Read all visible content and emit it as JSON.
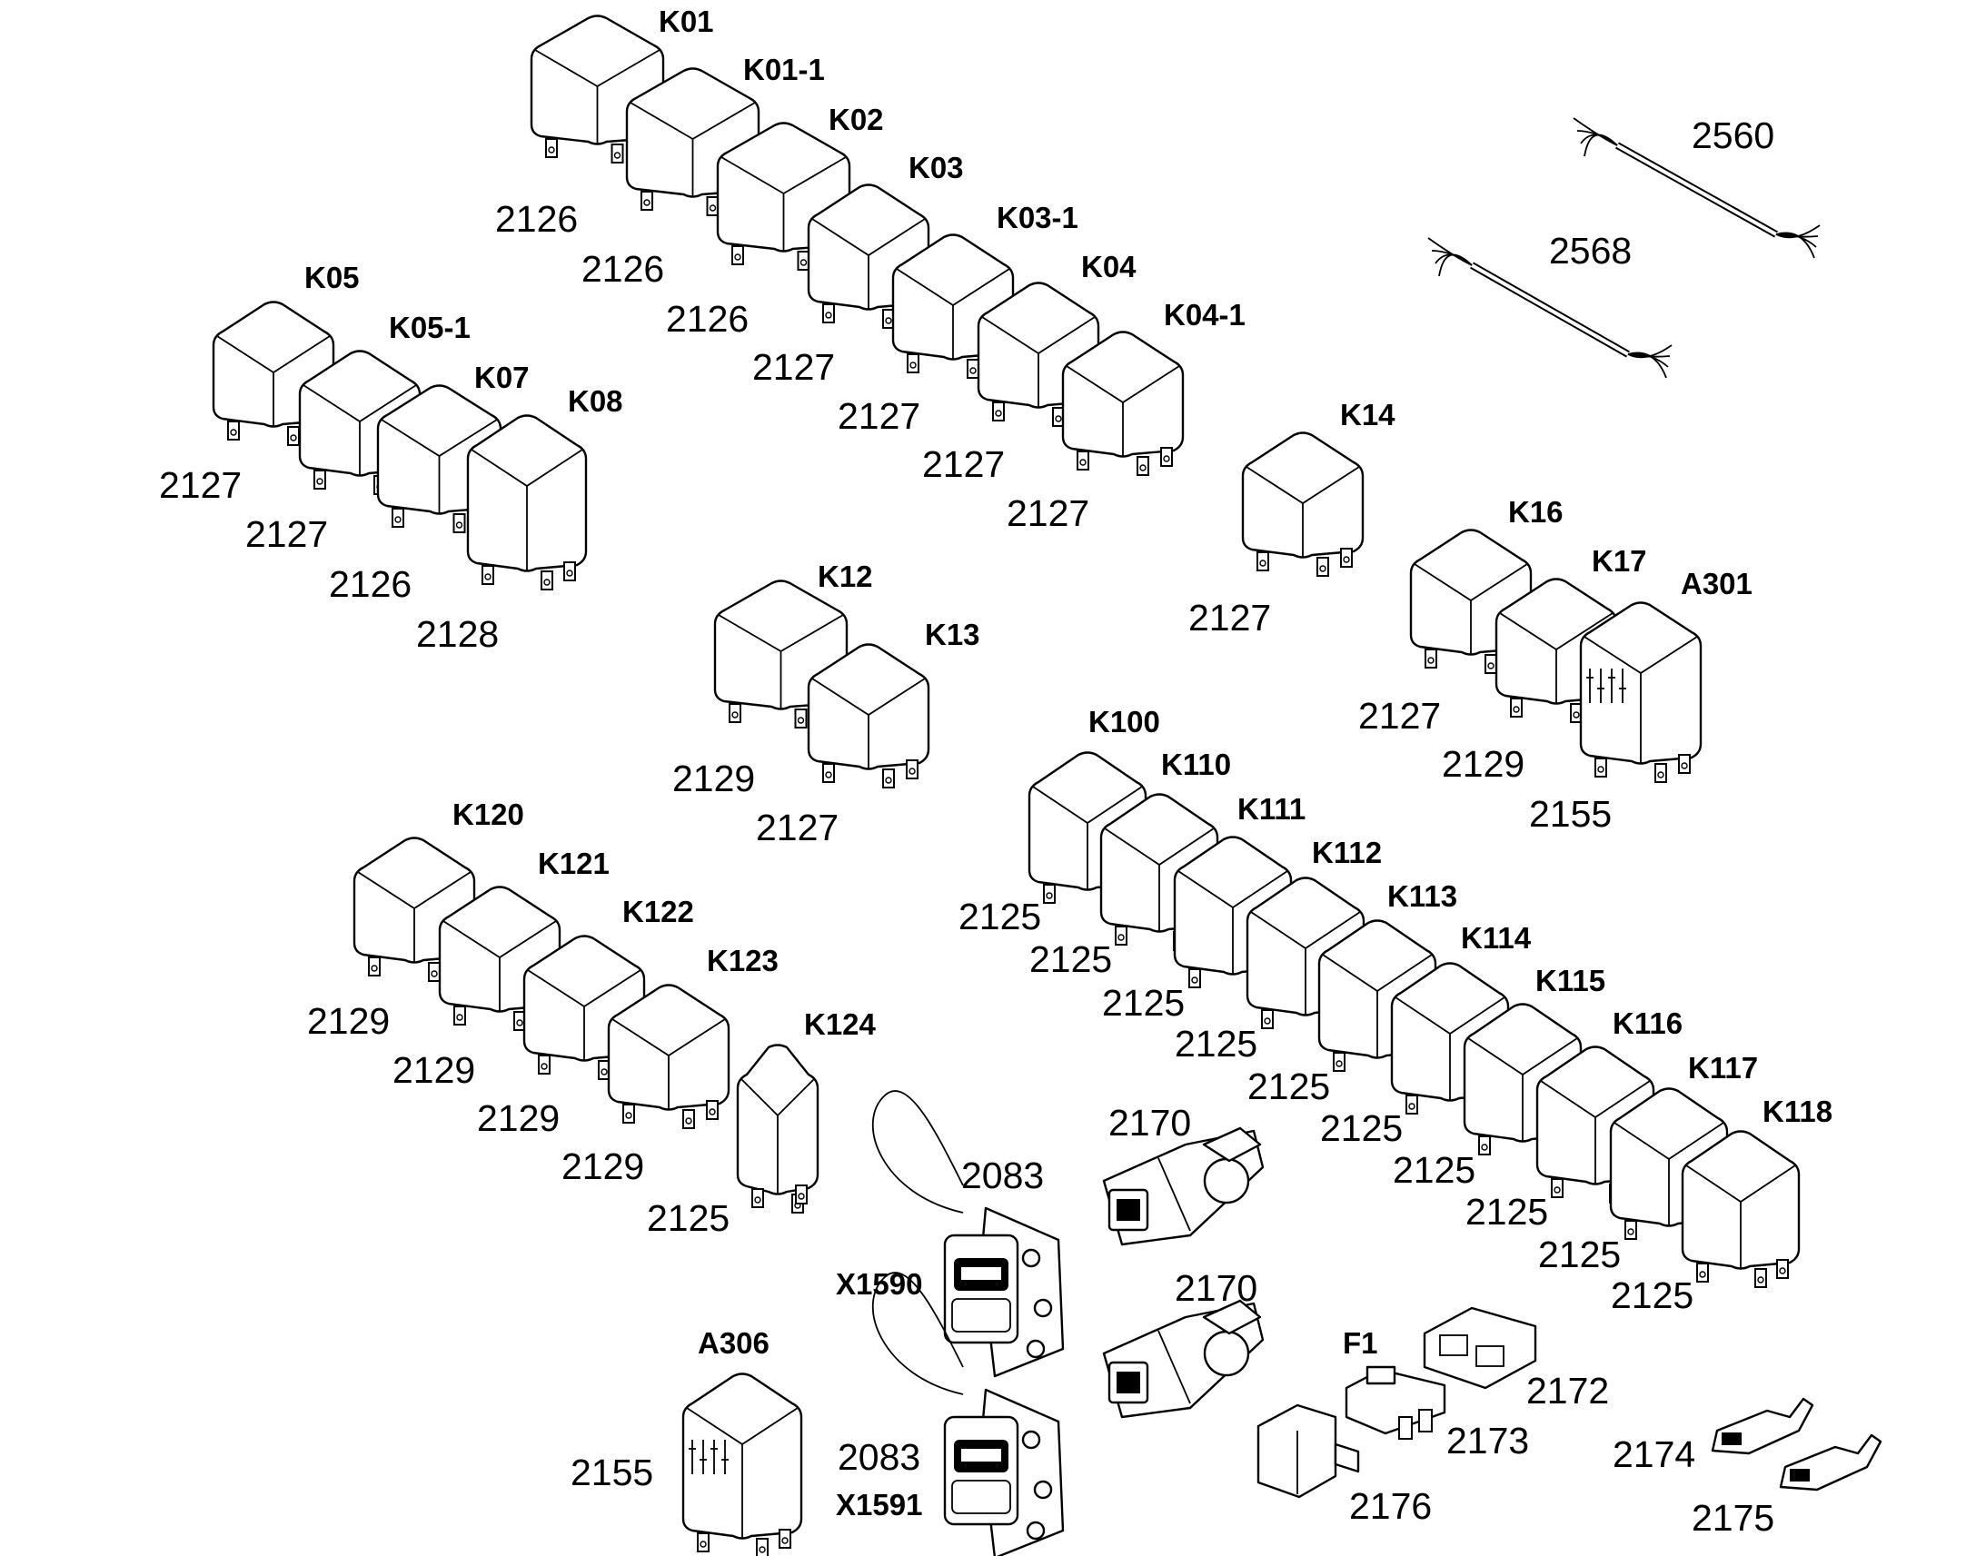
{
  "relays": [
    {
      "id": "K01",
      "part": "2126"
    },
    {
      "id": "K01-1",
      "part": "2126"
    },
    {
      "id": "K02",
      "part": "2126"
    },
    {
      "id": "K03",
      "part": "2127"
    },
    {
      "id": "K03-1",
      "part": "2127"
    },
    {
      "id": "K04",
      "part": "2127"
    },
    {
      "id": "K04-1",
      "part": "2127"
    },
    {
      "id": "K05",
      "part": "2127"
    },
    {
      "id": "K05-1",
      "part": "2127"
    },
    {
      "id": "K07",
      "part": "2126"
    },
    {
      "id": "K08",
      "part": "2128"
    },
    {
      "id": "K12",
      "part": "2129"
    },
    {
      "id": "K13",
      "part": "2127"
    },
    {
      "id": "K14",
      "part": "2127"
    },
    {
      "id": "K16",
      "part": "2127"
    },
    {
      "id": "K17",
      "part": "2129"
    },
    {
      "id": "A301",
      "part": "2155"
    },
    {
      "id": "K100",
      "part": "2125"
    },
    {
      "id": "K110",
      "part": "2125"
    },
    {
      "id": "K111",
      "part": "2125"
    },
    {
      "id": "K112",
      "part": "2125"
    },
    {
      "id": "K113",
      "part": "2125"
    },
    {
      "id": "K114",
      "part": "2125"
    },
    {
      "id": "K115",
      "part": "2125"
    },
    {
      "id": "K116",
      "part": "2125"
    },
    {
      "id": "K117",
      "part": "2125"
    },
    {
      "id": "K118",
      "part": "2125"
    },
    {
      "id": "K120",
      "part": "2129"
    },
    {
      "id": "K121",
      "part": "2129"
    },
    {
      "id": "K122",
      "part": "2129"
    },
    {
      "id": "K123",
      "part": "2129"
    },
    {
      "id": "K124",
      "part": "2125"
    },
    {
      "id": "A306",
      "part": "2155"
    }
  ],
  "cables": [
    {
      "part": "2560"
    },
    {
      "part": "2568"
    }
  ],
  "connectors": [
    {
      "id": "X1590",
      "part": "2083"
    },
    {
      "id": "X1591",
      "part": "2083"
    }
  ],
  "plugs": [
    {
      "part": "2170"
    },
    {
      "part": "2170"
    }
  ],
  "fuse": {
    "id": "F1",
    "part": "2173"
  },
  "misc_parts": [
    "2172",
    "2176",
    "2174",
    "2175"
  ]
}
